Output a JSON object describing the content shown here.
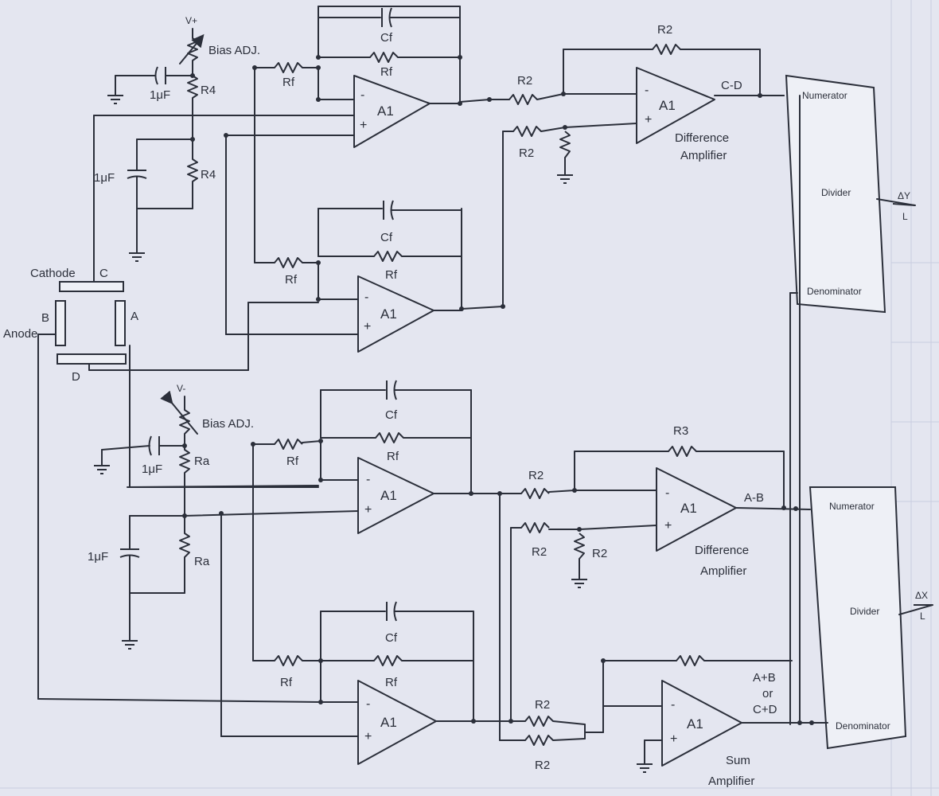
{
  "colors": {
    "ink": "#2b2f3a",
    "paper": "#e4e6f0",
    "box": "#eef0f6"
  },
  "labels": {
    "v_plus": "V+",
    "v_minus": "V-",
    "bias_adj": "Bias ADJ.",
    "cap_1uF": "1μF",
    "r4": "R4",
    "ra": "Ra",
    "rf": "Rf",
    "cf": "Cf",
    "r2": "R2",
    "r3": "R3",
    "a1": "A1",
    "minus": "-",
    "plus": "+",
    "cathode": "Cathode",
    "anode": "Anode",
    "node_a": "A",
    "node_b": "B",
    "node_c": "C",
    "node_d": "D",
    "c_minus_d": "C-D",
    "a_minus_b": "A-B",
    "difference": "Difference",
    "amplifier": "Amplifier",
    "sum": "Sum",
    "a_plus_b": "A+B",
    "or": "or",
    "c_plus_d": "C+D",
    "numerator": "Numerator",
    "divider": "Divider",
    "denominator": "Denominator",
    "out_y_num": "ΔY",
    "out_x_num": "ΔX",
    "out_den": "L"
  }
}
